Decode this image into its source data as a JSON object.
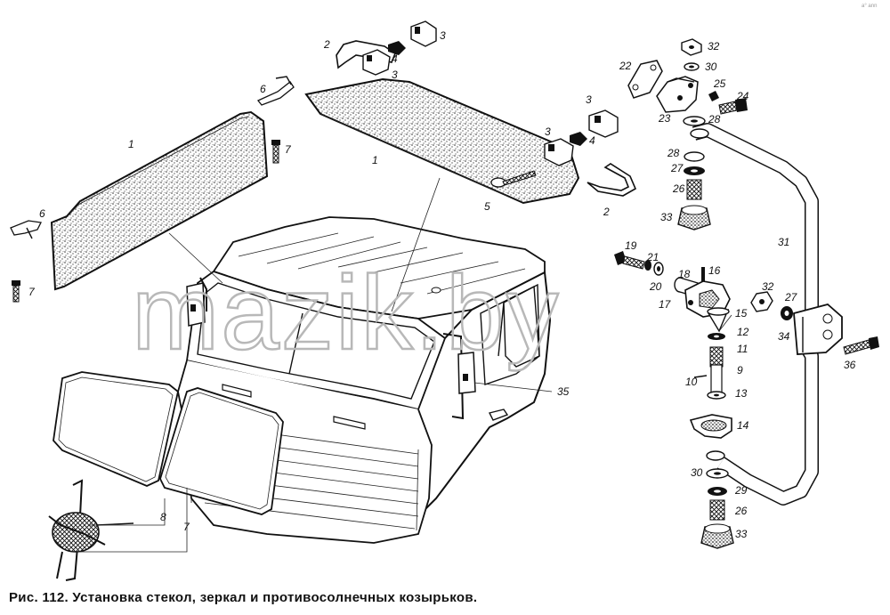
{
  "caption": "Рис. 112. Установка стекол, зеркал и противосолнечных козырьков.",
  "watermark": "mazik.by",
  "corner_mark": "a° ann",
  "labels": [
    {
      "id": "l2a",
      "text": "2"
    },
    {
      "id": "l3a",
      "text": "3"
    },
    {
      "id": "l4a",
      "text": "4"
    },
    {
      "id": "l3b",
      "text": "3"
    },
    {
      "id": "l6a",
      "text": "6"
    },
    {
      "id": "l7a",
      "text": "7"
    },
    {
      "id": "l1a",
      "text": "1"
    },
    {
      "id": "l1b",
      "text": "1"
    },
    {
      "id": "l3c",
      "text": "3"
    },
    {
      "id": "l3d",
      "text": "3"
    },
    {
      "id": "l4b",
      "text": "4"
    },
    {
      "id": "l5",
      "text": "5"
    },
    {
      "id": "l2b",
      "text": "2"
    },
    {
      "id": "l6b",
      "text": "6"
    },
    {
      "id": "l7b",
      "text": "7"
    },
    {
      "id": "l22",
      "text": "22"
    },
    {
      "id": "l32a",
      "text": "32"
    },
    {
      "id": "l30a",
      "text": "30"
    },
    {
      "id": "l25",
      "text": "25"
    },
    {
      "id": "l24",
      "text": "24"
    },
    {
      "id": "l23",
      "text": "23"
    },
    {
      "id": "l28a",
      "text": "28"
    },
    {
      "id": "l28b",
      "text": "28"
    },
    {
      "id": "l27a",
      "text": "27"
    },
    {
      "id": "l26a",
      "text": "26"
    },
    {
      "id": "l33a",
      "text": "33"
    },
    {
      "id": "l31",
      "text": "31"
    },
    {
      "id": "l19",
      "text": "19"
    },
    {
      "id": "l21",
      "text": "21"
    },
    {
      "id": "l20",
      "text": "20"
    },
    {
      "id": "l18",
      "text": "18"
    },
    {
      "id": "l16",
      "text": "16"
    },
    {
      "id": "l32b",
      "text": "32"
    },
    {
      "id": "l27b",
      "text": "27"
    },
    {
      "id": "l17",
      "text": "17"
    },
    {
      "id": "l15",
      "text": "15"
    },
    {
      "id": "l12",
      "text": "12"
    },
    {
      "id": "l34",
      "text": "34"
    },
    {
      "id": "l11",
      "text": "11"
    },
    {
      "id": "l36",
      "text": "36"
    },
    {
      "id": "l9",
      "text": "9"
    },
    {
      "id": "l10",
      "text": "10"
    },
    {
      "id": "l13",
      "text": "13"
    },
    {
      "id": "l35",
      "text": "35"
    },
    {
      "id": "l14",
      "text": "14"
    },
    {
      "id": "l30b",
      "text": "30"
    },
    {
      "id": "l29",
      "text": "29"
    },
    {
      "id": "l26b",
      "text": "26"
    },
    {
      "id": "l33b",
      "text": "33"
    },
    {
      "id": "l8",
      "text": "8"
    },
    {
      "id": "l7c",
      "text": "7"
    }
  ]
}
